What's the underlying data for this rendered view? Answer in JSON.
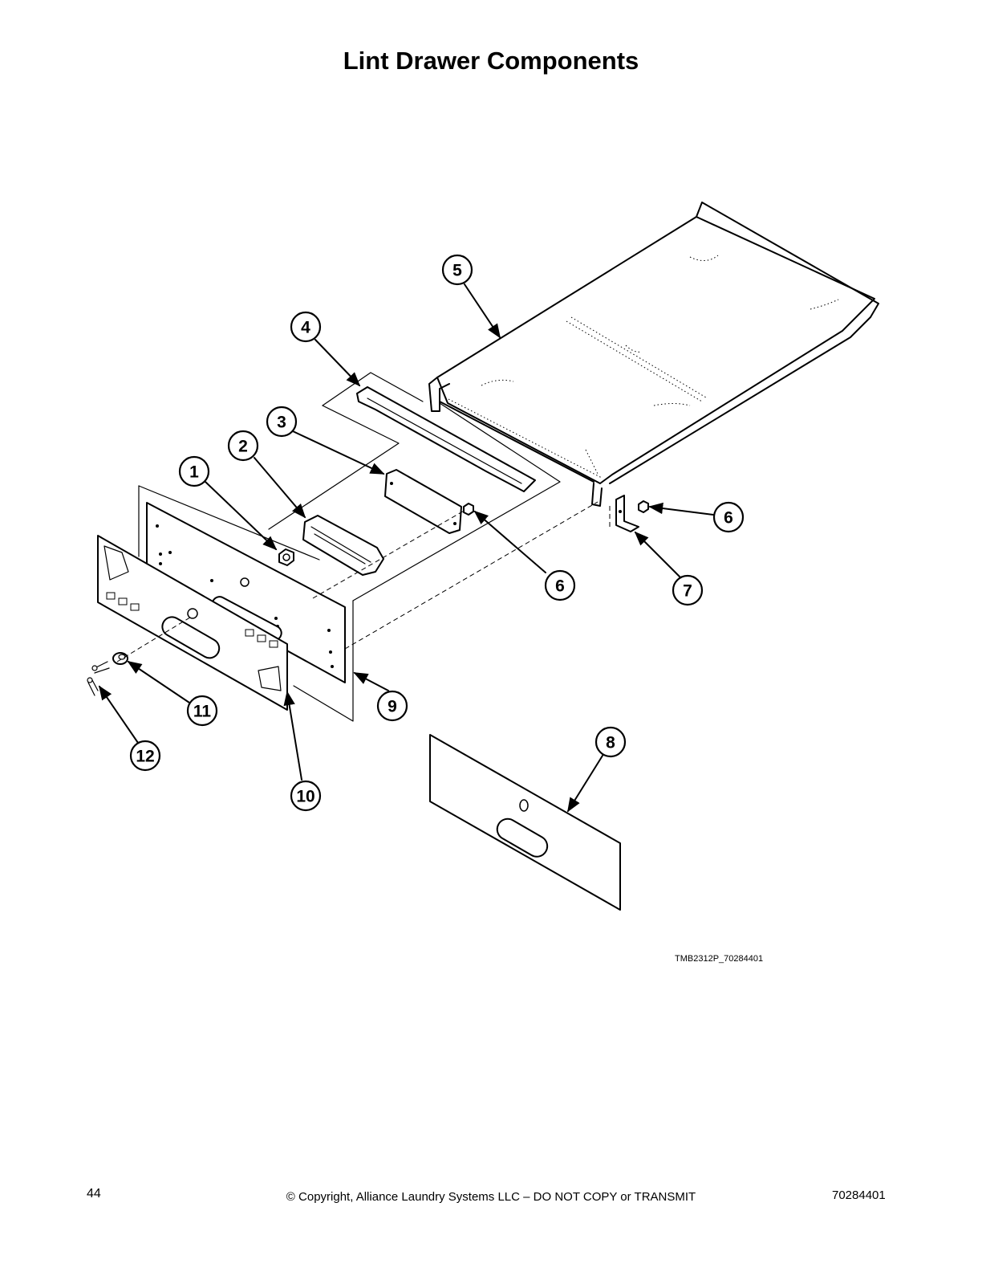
{
  "page": {
    "title": "Lint Drawer Components",
    "figure_id": "TMB2312P_70284401",
    "page_number": "44",
    "copyright": "© Copyright, Alliance Laundry Systems LLC – DO NOT COPY or TRANSMIT",
    "document_number": "70284401"
  },
  "callouts": [
    {
      "label": "1"
    },
    {
      "label": "2"
    },
    {
      "label": "3"
    },
    {
      "label": "4"
    },
    {
      "label": "5"
    },
    {
      "label": "6"
    },
    {
      "label": "6"
    },
    {
      "label": "7"
    },
    {
      "label": "8"
    },
    {
      "label": "9"
    },
    {
      "label": "10"
    },
    {
      "label": "11"
    },
    {
      "label": "12"
    }
  ]
}
